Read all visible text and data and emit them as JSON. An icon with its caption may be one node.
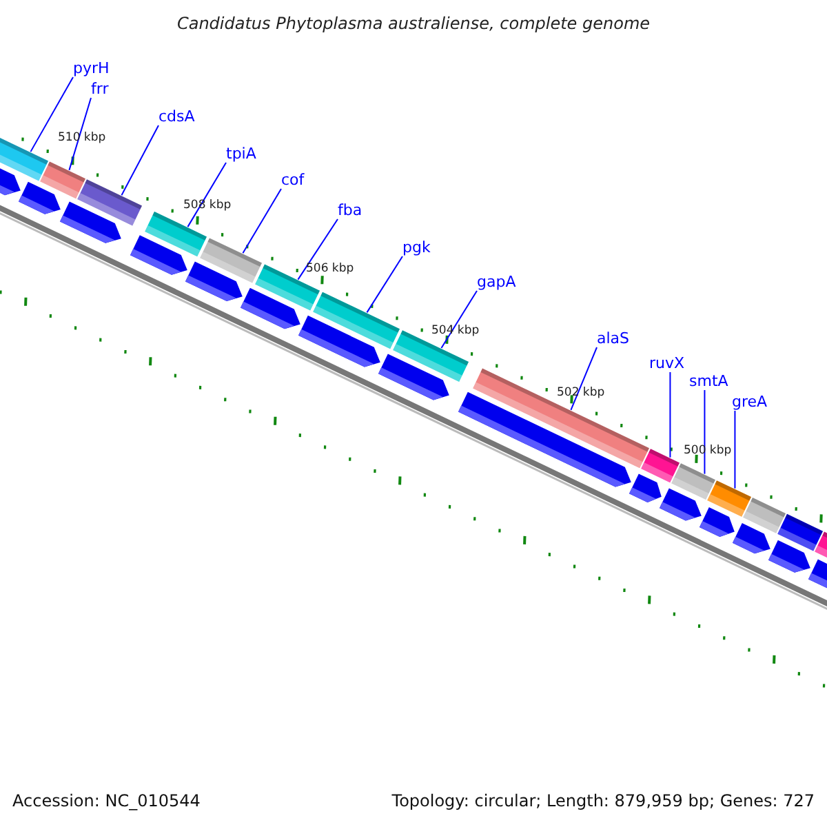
{
  "diagram": {
    "title": "Candidatus Phytoplasma australiense, complete genome",
    "nodes": [
      {
        "text": [
          "pyrH"
        ]
      },
      {
        "text": [
          "frr"
        ]
      },
      {
        "text": [
          "cdsA"
        ]
      },
      {
        "text": [
          "tpiA"
        ]
      },
      {
        "text": [
          "cof"
        ]
      },
      {
        "text": [
          "fba"
        ]
      },
      {
        "text": [
          "pgk"
        ]
      },
      {
        "text": [
          "gapA"
        ]
      },
      {
        "text": [
          "alaS"
        ]
      },
      {
        "text": [
          "ruvX"
        ]
      },
      {
        "text": [
          "smtA"
        ]
      },
      {
        "text": [
          "greA"
        ]
      },
      {
        "text": [],
        "shape": "bar"
      },
      {
        "text": [],
        "shape": "bar"
      },
      {
        "text": [],
        "shape": "bar"
      },
      {
        "text": [],
        "shape": "bar"
      },
      {
        "text": [],
        "shape": "bar"
      },
      {
        "text": [],
        "shape": "bar"
      },
      {
        "text": [],
        "shape": "bar"
      },
      {
        "text": [],
        "shape": "bar"
      },
      {
        "text": [],
        "shape": "bar"
      },
      {
        "text": [],
        "shape": "bar"
      },
      {
        "text": [],
        "shape": "bar"
      },
      {
        "text": [],
        "shape": "bar"
      },
      {
        "text": [],
        "shape": "bar"
      },
      {
        "text": [],
        "shape": "bar"
      },
      {
        "text": [],
        "shape": "bar"
      },
      {
        "text": [],
        "shape": "arrow"
      },
      {
        "text": [],
        "shape": "arrow"
      },
      {
        "text": [],
        "shape": "arrow"
      },
      {
        "text": [],
        "shape": "arrow"
      },
      {
        "text": [],
        "shape": "arrow"
      },
      {
        "text": [],
        "shape": "arrow"
      },
      {
        "text": [],
        "shape": "arrow"
      },
      {
        "text": [],
        "shape": "arrow"
      },
      {
        "text": [],
        "shape": "arrow"
      },
      {
        "text": [],
        "shape": "arrow"
      },
      {
        "text": [],
        "shape": "arrow"
      },
      {
        "text": [],
        "shape": "arrow"
      },
      {
        "text": [],
        "shape": "arrow"
      },
      {
        "text": [],
        "shape": "arrow"
      },
      {
        "text": [],
        "shape": "arrow"
      }
    ],
    "edges": [
      {
        "from": 0,
        "to": 12,
        "arrow": "none"
      },
      {
        "from": 1,
        "to": 13,
        "arrow": "none"
      },
      {
        "from": 2,
        "to": 14,
        "arrow": "none"
      },
      {
        "from": 3,
        "to": 15,
        "arrow": "none"
      },
      {
        "from": 4,
        "to": 16,
        "arrow": "none"
      },
      {
        "from": 5,
        "to": 17,
        "arrow": "none"
      },
      {
        "from": 6,
        "to": 18,
        "arrow": "none"
      },
      {
        "from": 7,
        "to": 19,
        "arrow": "none"
      },
      {
        "from": 8,
        "to": 20,
        "arrow": "none"
      },
      {
        "from": 9,
        "to": 21,
        "arrow": "none"
      },
      {
        "from": 10,
        "to": 22,
        "arrow": "none"
      },
      {
        "from": 11,
        "to": 23,
        "arrow": "none"
      }
    ],
    "labels": [
      "510 kbp",
      "508 kbp",
      "506 kbp",
      "504 kbp",
      "502 kbp",
      "500 kbp",
      "Accession: NC_010544",
      "Topology: circular; Length: 879,959 bp; Genes: 727"
    ]
  }
}
